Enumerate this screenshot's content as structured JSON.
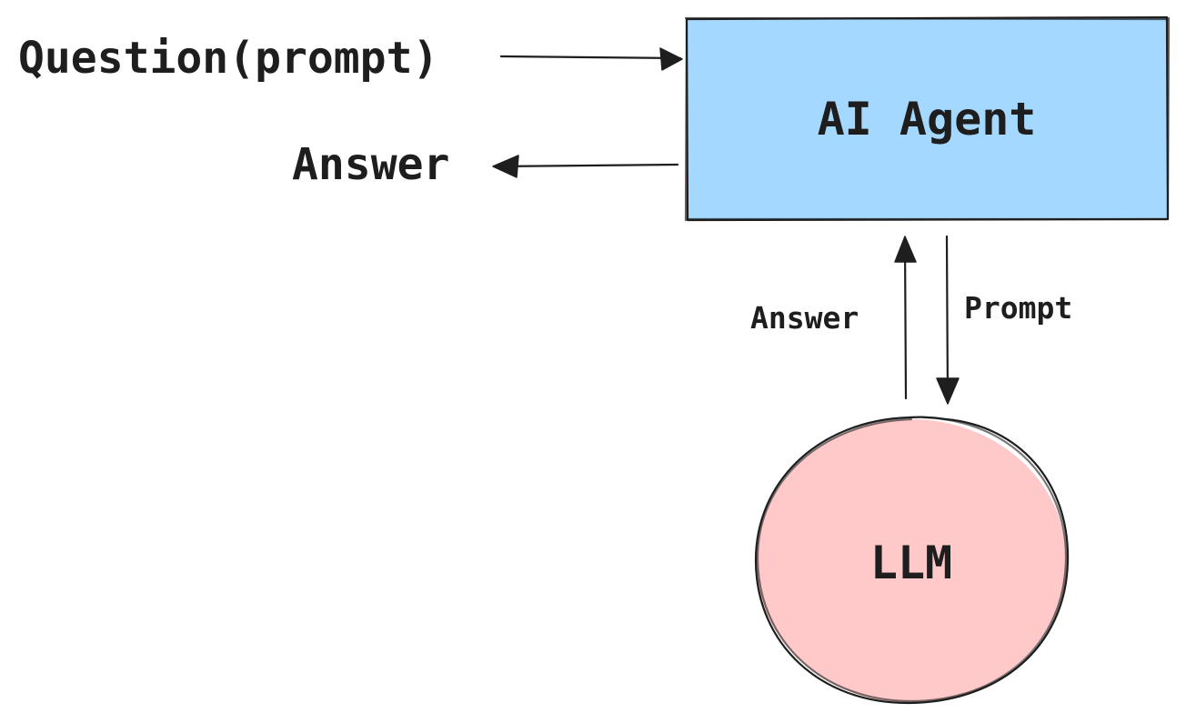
{
  "nodes": {
    "agent": {
      "label": "AI Agent",
      "fill": "#a5d8ff"
    },
    "llm": {
      "label": "LLM",
      "fill": "#ffc9c9"
    }
  },
  "edges": {
    "question_in": {
      "label": "Question(prompt)"
    },
    "answer_out": {
      "label": "Answer"
    },
    "prompt_down": {
      "label": "Prompt"
    },
    "answer_up": {
      "label": "Answer"
    }
  },
  "colors": {
    "stroke": "#1e1e1e"
  }
}
